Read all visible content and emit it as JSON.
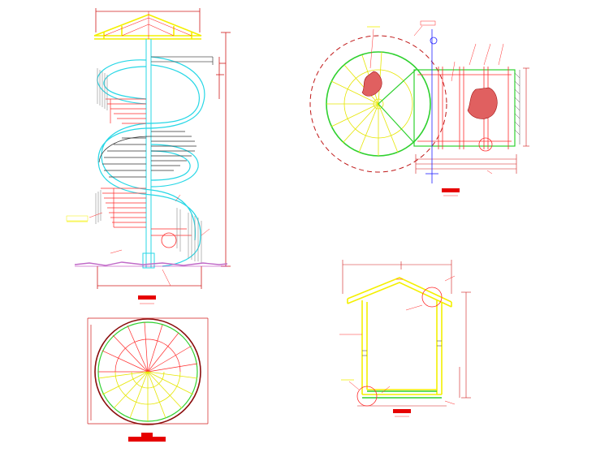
{
  "colors": {
    "red": "#e60000",
    "dimension_red": "#d11c1c",
    "cyan": "#27d7e6",
    "yellow": "#f4f000",
    "green": "#2fd12f",
    "blue": "#2020ff",
    "purple": "#c06ac8",
    "magenta": "#b01ab0",
    "label_bg": "#e60000"
  },
  "views": [
    {
      "id": "elevation",
      "label_name": "elevation-title-bar"
    },
    {
      "id": "plan-circle",
      "label_name": "plan-circle-title-bar"
    },
    {
      "id": "plan-top",
      "label_name": "plan-top-title-bar"
    },
    {
      "id": "gazebo-section",
      "label_name": "gazebo-section-title-bar"
    }
  ]
}
